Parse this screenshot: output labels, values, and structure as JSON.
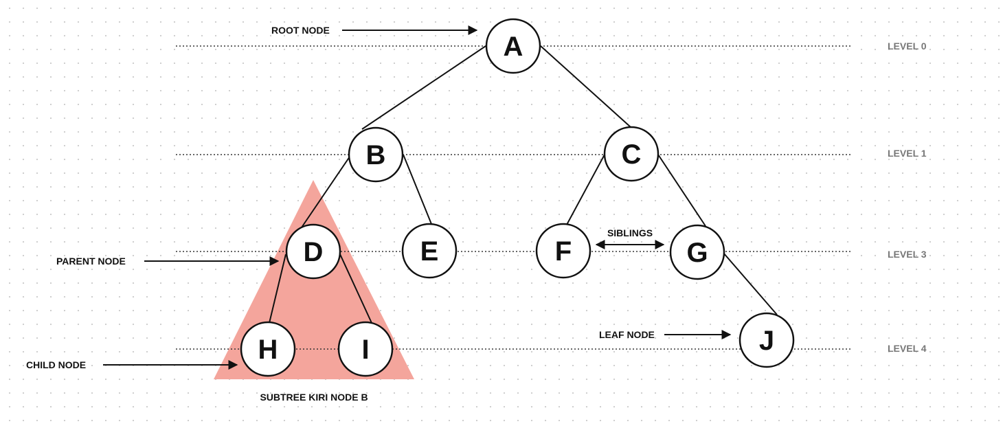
{
  "nodes": {
    "A": "A",
    "B": "B",
    "C": "C",
    "D": "D",
    "E": "E",
    "F": "F",
    "G": "G",
    "H": "H",
    "I": "I",
    "J": "J"
  },
  "annotations": {
    "root_node": "ROOT NODE",
    "parent_node": "PARENT NODE",
    "child_node": "CHILD NODE",
    "siblings": "SIBLINGS",
    "leaf_node": "LEAF NODE",
    "subtree": "SUBTREE KIRI NODE B"
  },
  "levels": {
    "level0": "LEVEL 0",
    "level1": "LEVEL 1",
    "level3": "LEVEL 3",
    "level4": "LEVEL 4"
  },
  "colors": {
    "subtree_fill": "#f4a59c",
    "line": "#111111",
    "level_text": "#777777"
  }
}
